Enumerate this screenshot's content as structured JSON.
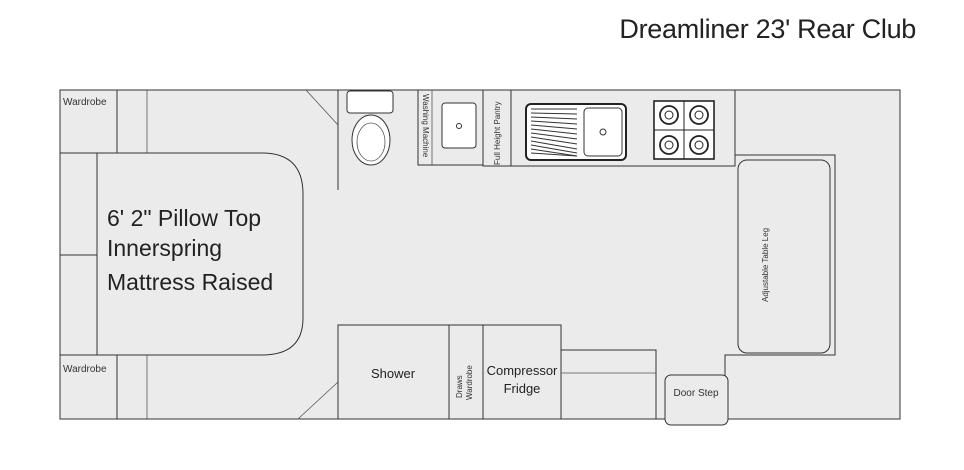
{
  "title": "Dreamliner 23' Rear Club",
  "labels": {
    "wardrobe_top": "Wardrobe",
    "wardrobe_bottom": "Wardrobe",
    "bed_line1": "6' 2\" Pillow Top",
    "bed_line2": "Innerspring",
    "bed_line3": "Mattress Raised",
    "washing_machine": "Washing Machine",
    "pantry": "Full Height Pantry",
    "table_leg": "Adjustable Table Leg",
    "shower": "Shower",
    "draws_line1": "Draws",
    "draws_line2": "Wardrobe",
    "fridge_line1": "Compressor",
    "fridge_line2": "Fridge",
    "door_step": "Door Step"
  },
  "colors": {
    "floor": "#ebebeb",
    "wall": "#333333",
    "fixture": "#ffffff"
  }
}
